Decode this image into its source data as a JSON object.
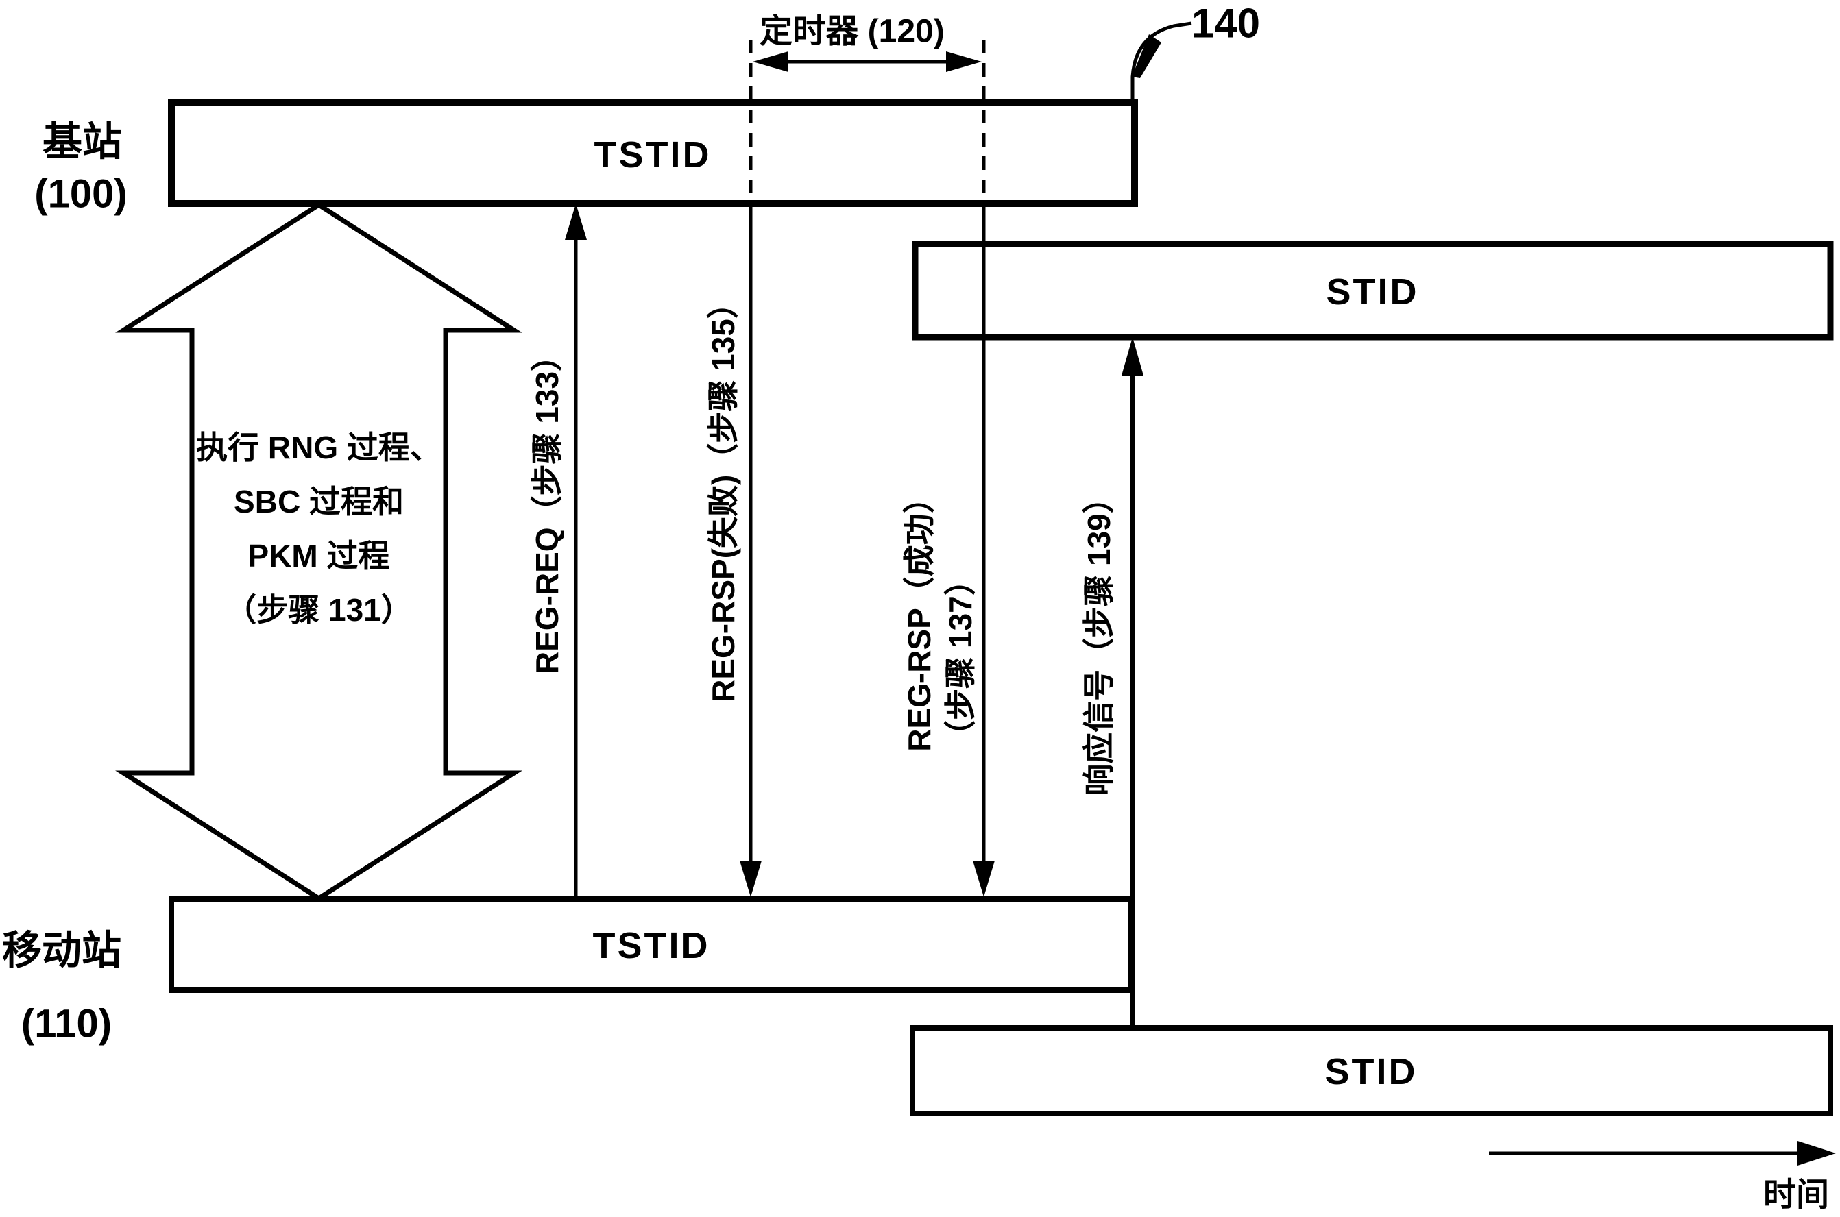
{
  "figure": {
    "ref_140": "140",
    "timer_label": "定时器 (120)",
    "time_axis_label": "时间",
    "base_station": {
      "name": "基站",
      "id": "(100)"
    },
    "mobile_station": {
      "name": "移动站",
      "id": "(110)"
    },
    "boxes": {
      "tstid_top": "TSTID",
      "stid_top": "STID",
      "tstid_bottom": "TSTID",
      "stid_bottom": "STID"
    },
    "process_arrow": {
      "line1": "执行 RNG 过程、",
      "line2": "SBC 过程和",
      "line3": "PKM 过程",
      "line4": "（步骤 131）"
    },
    "messages": {
      "reg_req": "REG-REQ（步骤 133）",
      "reg_rsp_fail": "REG-RSP(失败)（步骤 135）",
      "reg_rsp_success_1": "REG-RSP（成功）",
      "reg_rsp_success_2": "（步骤 137）",
      "response_signal": "响应信号（步骤 139）"
    }
  }
}
